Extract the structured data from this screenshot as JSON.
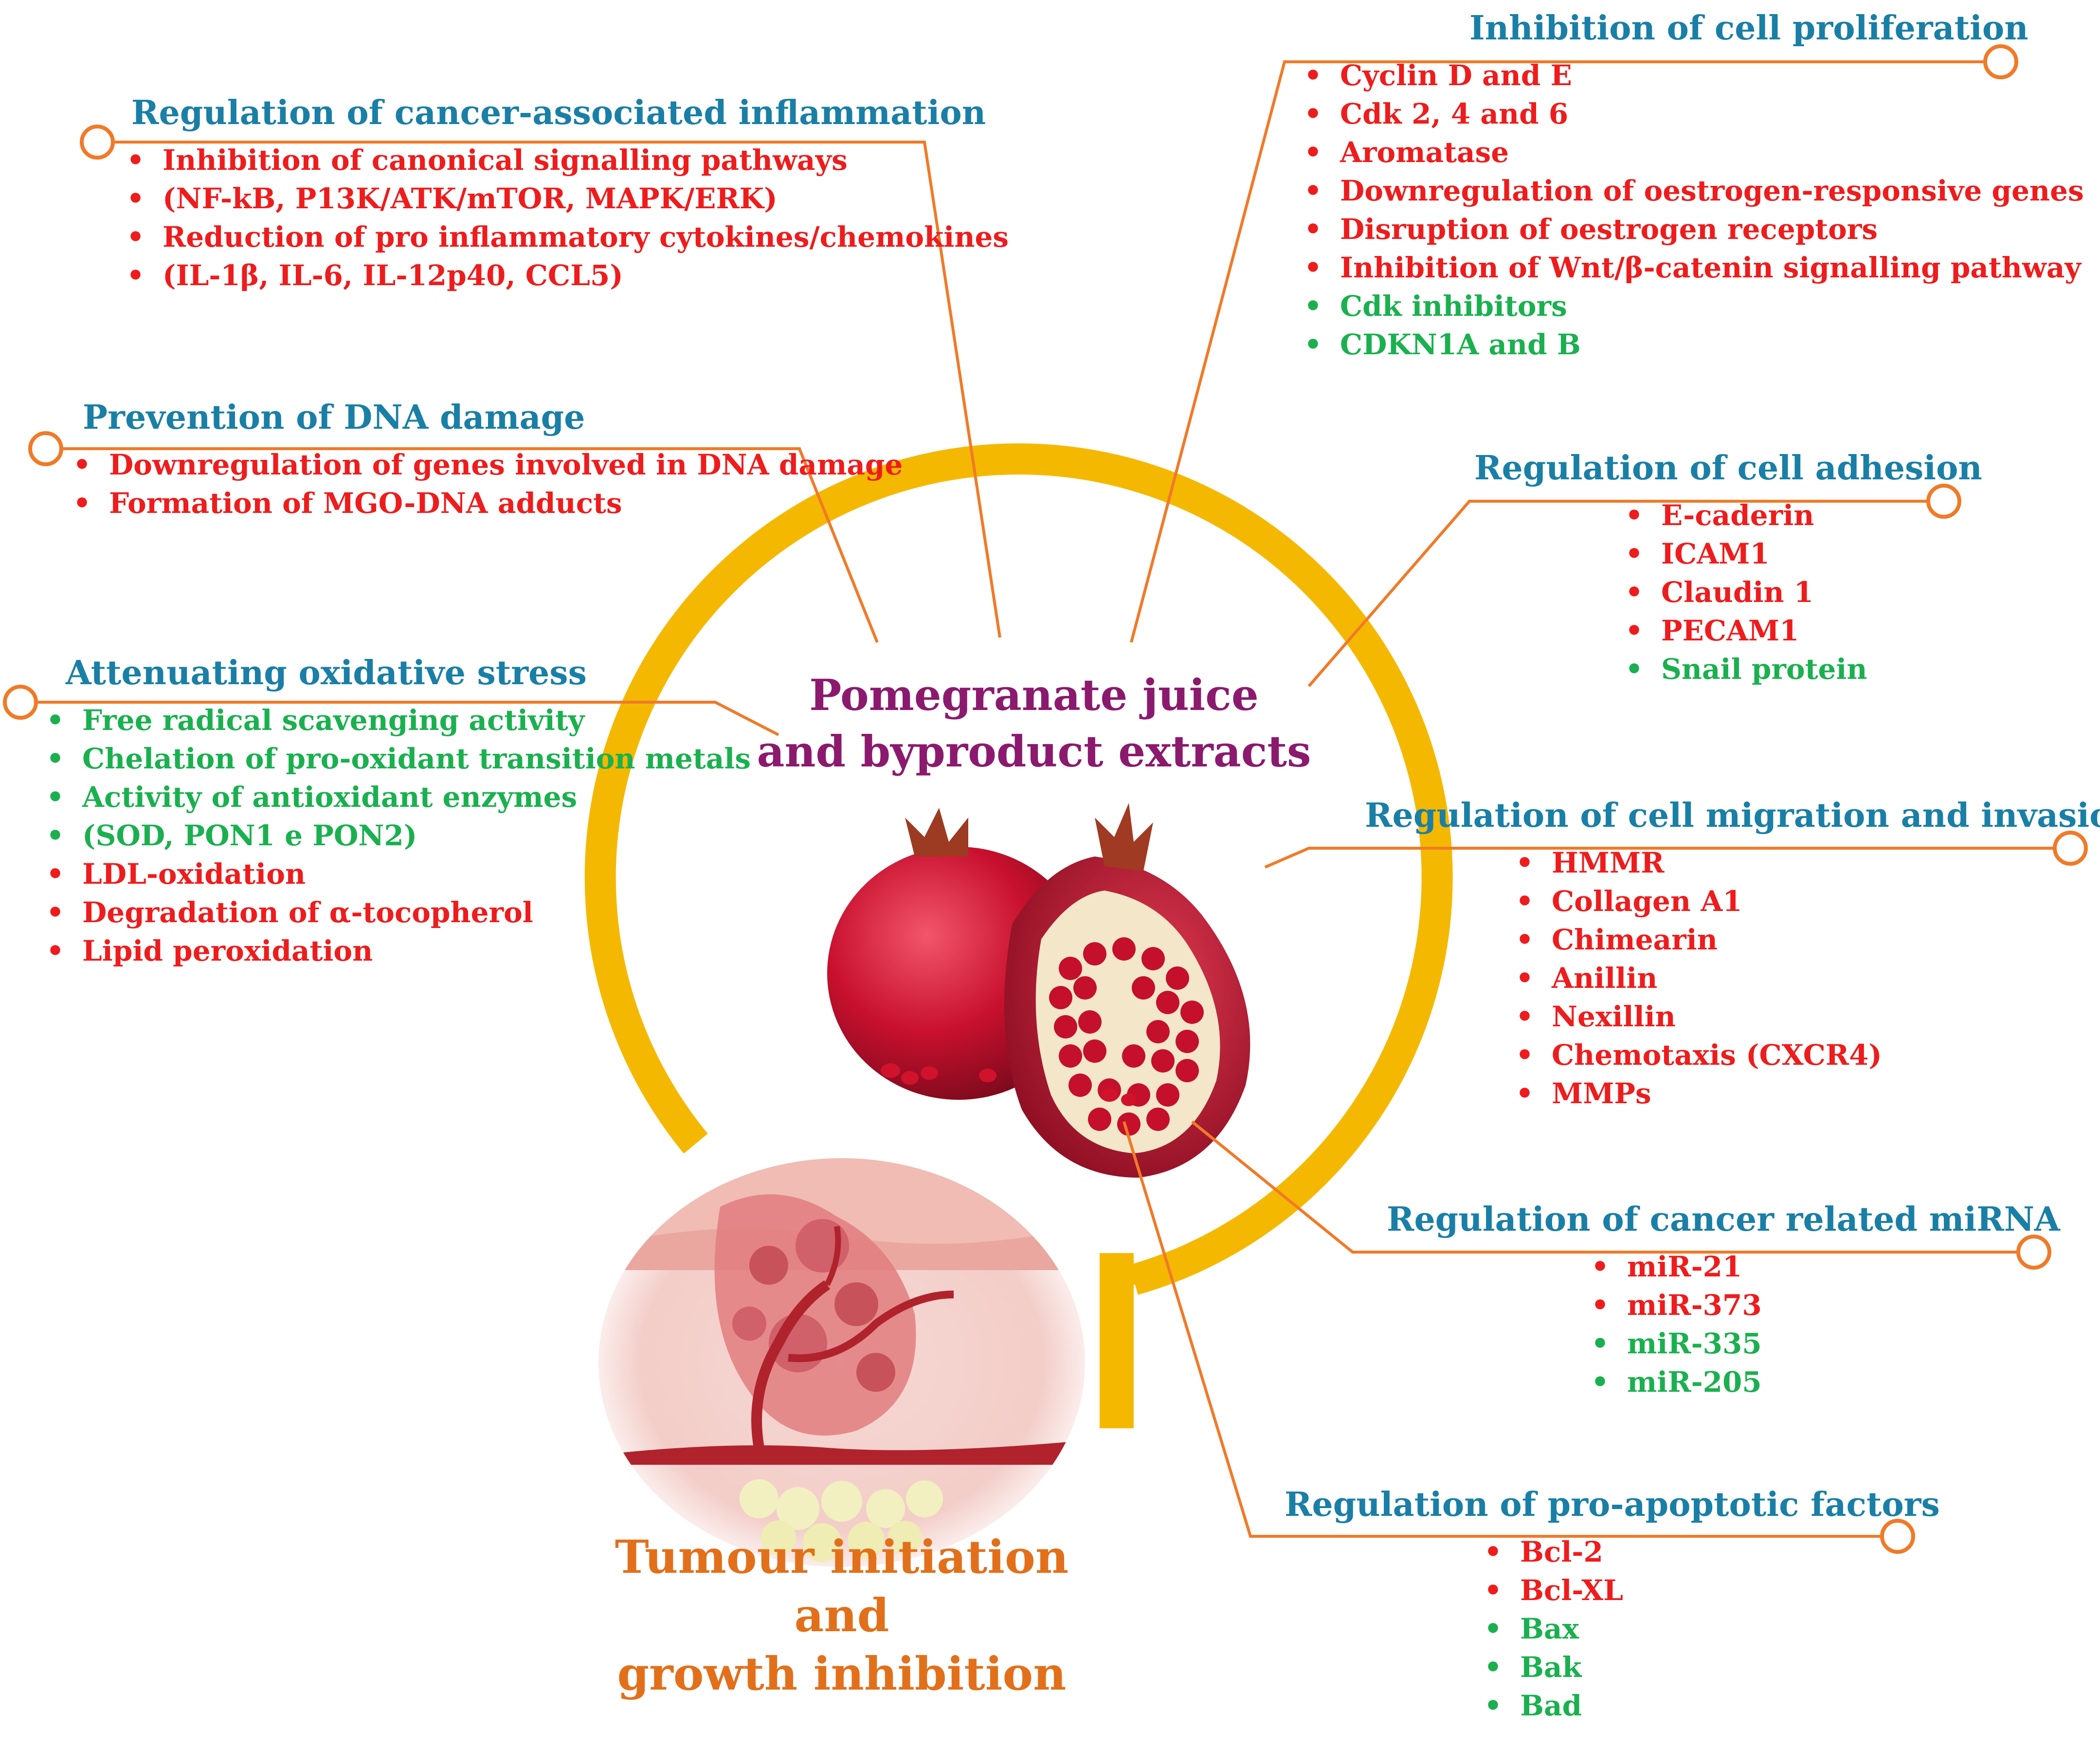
{
  "center": {
    "line1": "Pomegranate juice",
    "line2": "and byproduct extracts"
  },
  "outcome": {
    "line1": "Tumour initiation and",
    "line2": "growth inhibition"
  },
  "colors": {
    "heading": "#1a7fa6",
    "center_title": "#8b1a6e",
    "outcome_title": "#e2701a",
    "connector": "#f07a28",
    "arc": "#f5b800",
    "downregulated_item": "#ee1c1c",
    "upregulated_item": "#1bb04f"
  },
  "sections": {
    "inflammation": {
      "title": "Regulation of cancer-associated inflammation",
      "items": [
        {
          "text": "Inhibition of canonical signalling pathways",
          "color": "red"
        },
        {
          "text": "(NF-kB, P13K/ATK/mTOR, MAPK/ERK)",
          "color": "red"
        },
        {
          "text": "Reduction of pro inflammatory cytokines/chemokines",
          "color": "red"
        },
        {
          "text": "(IL-1β, IL-6, IL-12p40, CCL5)",
          "color": "red"
        }
      ]
    },
    "dna": {
      "title": "Prevention of DNA damage",
      "items": [
        {
          "text": "Downregulation of genes involved in DNA damage",
          "color": "red"
        },
        {
          "text": "Formation of MGO-DNA adducts",
          "color": "red"
        }
      ]
    },
    "oxidative": {
      "title": "Attenuating oxidative stress",
      "items": [
        {
          "text": "Free radical scavenging activity",
          "color": "green"
        },
        {
          "text": "Chelation of pro-oxidant transition metals",
          "color": "green"
        },
        {
          "text": "Activity of antioxidant enzymes",
          "color": "green"
        },
        {
          "text": "(SOD, PON1 e PON2)",
          "color": "green"
        },
        {
          "text": "LDL-oxidation",
          "color": "red"
        },
        {
          "text": "Degradation of α-tocopherol",
          "color": "red"
        },
        {
          "text": "Lipid peroxidation",
          "color": "red"
        }
      ]
    },
    "proliferation": {
      "title": "Inhibition of cell proliferation",
      "items": [
        {
          "text": "Cyclin D and E",
          "color": "red"
        },
        {
          "text": "Cdk 2, 4 and 6",
          "color": "red"
        },
        {
          "text": "Aromatase",
          "color": "red"
        },
        {
          "text": "Downregulation of oestrogen-responsive genes",
          "color": "red"
        },
        {
          "text": "Disruption of oestrogen receptors",
          "color": "red"
        },
        {
          "text": "Inhibition of Wnt/β-catenin signalling pathway",
          "color": "red"
        },
        {
          "text": "Cdk inhibitors",
          "color": "green"
        },
        {
          "text": "CDKN1A and B",
          "color": "green"
        }
      ]
    },
    "adhesion": {
      "title": "Regulation of cell adhesion",
      "items": [
        {
          "text": "E-caderin",
          "color": "red"
        },
        {
          "text": "ICAM1",
          "color": "red"
        },
        {
          "text": "Claudin 1",
          "color": "red"
        },
        {
          "text": "PECAM1",
          "color": "red"
        },
        {
          "text": "Snail protein",
          "color": "green"
        }
      ]
    },
    "migration": {
      "title": "Regulation of cell migration and invasion",
      "items": [
        {
          "text": "HMMR",
          "color": "red"
        },
        {
          "text": "Collagen A1",
          "color": "red"
        },
        {
          "text": "Chimearin",
          "color": "red"
        },
        {
          "text": "Anillin",
          "color": "red"
        },
        {
          "text": "Nexillin",
          "color": "red"
        },
        {
          "text": "Chemotaxis (CXCR4)",
          "color": "red"
        },
        {
          "text": "MMPs",
          "color": "red"
        }
      ]
    },
    "mirna": {
      "title": "Regulation of cancer related miRNA",
      "items": [
        {
          "text": "miR-21",
          "color": "red"
        },
        {
          "text": "miR-373",
          "color": "red"
        },
        {
          "text": "miR-335",
          "color": "green"
        },
        {
          "text": "miR-205",
          "color": "green"
        }
      ]
    },
    "apoptotic": {
      "title": "Regulation of pro-apoptotic factors",
      "items": [
        {
          "text": "Bcl-2",
          "color": "red"
        },
        {
          "text": "Bcl-XL",
          "color": "red"
        },
        {
          "text": "Bax",
          "color": "green"
        },
        {
          "text": "Bak",
          "color": "green"
        },
        {
          "text": "Bad",
          "color": "green"
        }
      ]
    }
  }
}
